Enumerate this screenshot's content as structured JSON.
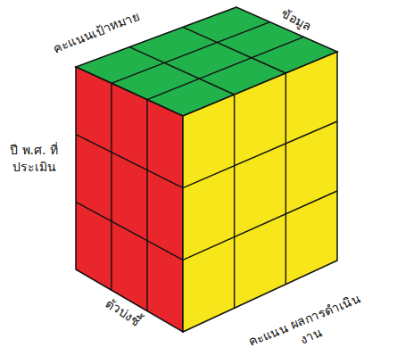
{
  "diagram": {
    "labels": [
      "คะแนนเป้าหมาย",
      "ข้อมูล",
      "ปี พ.ศ. ที่ประเมิน",
      "ตัวบ่งชี้",
      "คะแนน ผลการดำเนินงาน"
    ]
  }
}
